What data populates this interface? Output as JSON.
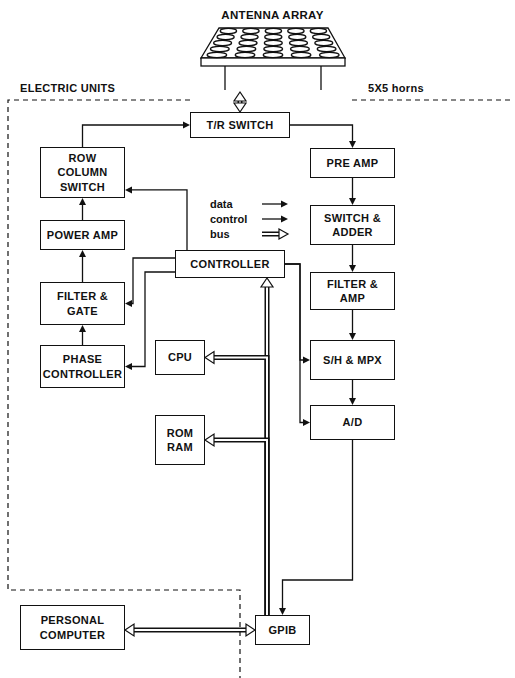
{
  "diagram": {
    "nodes": [
      {
        "text": [
          "ANTENNA ARRAY"
        ]
      },
      {
        "text": [
          "T/R SWITCH"
        ]
      },
      {
        "text": [
          "ROW COLUMN SWITCH"
        ]
      },
      {
        "text": [
          "POWER AMP"
        ]
      },
      {
        "text": [
          "FILTER & GATE"
        ]
      },
      {
        "text": [
          "PHASE CONTROLLER"
        ]
      },
      {
        "text": [
          "PRE AMP"
        ]
      },
      {
        "text": [
          "SWITCH & ADDER"
        ]
      },
      {
        "text": [
          "FILTER & AMP"
        ]
      },
      {
        "text": [
          "S/H & MPX"
        ]
      },
      {
        "text": [
          "A/D"
        ]
      },
      {
        "text": [
          "CONTROLLER"
        ]
      },
      {
        "text": [
          "CPU"
        ]
      },
      {
        "text": [
          "ROM RAM"
        ]
      },
      {
        "text": [
          "GPIB"
        ]
      },
      {
        "text": [
          "PERSONAL COMPUTER"
        ]
      }
    ],
    "edges": [
      {
        "from": 0,
        "to": 1,
        "arrow": "both"
      },
      {
        "from": 1,
        "to": 6,
        "arrow": "to"
      },
      {
        "from": 2,
        "to": 1,
        "arrow": "to"
      },
      {
        "from": 3,
        "to": 2,
        "arrow": "to"
      },
      {
        "from": 4,
        "to": 3,
        "arrow": "to"
      },
      {
        "from": 5,
        "to": 4,
        "arrow": "to"
      },
      {
        "from": 6,
        "to": 7,
        "arrow": "to"
      },
      {
        "from": 7,
        "to": 8,
        "arrow": "to"
      },
      {
        "from": 8,
        "to": 9,
        "arrow": "to"
      },
      {
        "from": 9,
        "to": 10,
        "arrow": "to"
      },
      {
        "from": 10,
        "to": 14,
        "arrow": "to"
      },
      {
        "from": 11,
        "to": 2,
        "arrow": "to"
      },
      {
        "from": 11,
        "to": 4,
        "arrow": "to"
      },
      {
        "from": 11,
        "to": 5,
        "arrow": "to"
      },
      {
        "from": 11,
        "to": 9,
        "arrow": "to"
      },
      {
        "from": 11,
        "to": 10,
        "arrow": "to"
      },
      {
        "from": 14,
        "to": 11,
        "arrow": "to"
      },
      {
        "from": 14,
        "to": 12,
        "arrow": "to"
      },
      {
        "from": 14,
        "to": 13,
        "arrow": "to"
      },
      {
        "from": 15,
        "to": 14,
        "arrow": "both"
      }
    ],
    "labels": [
      "ELECTRIC UNITS",
      "5X5 horns"
    ],
    "legend": [
      {
        "text": "data"
      },
      {
        "text": "control"
      },
      {
        "text": "bus"
      }
    ]
  }
}
